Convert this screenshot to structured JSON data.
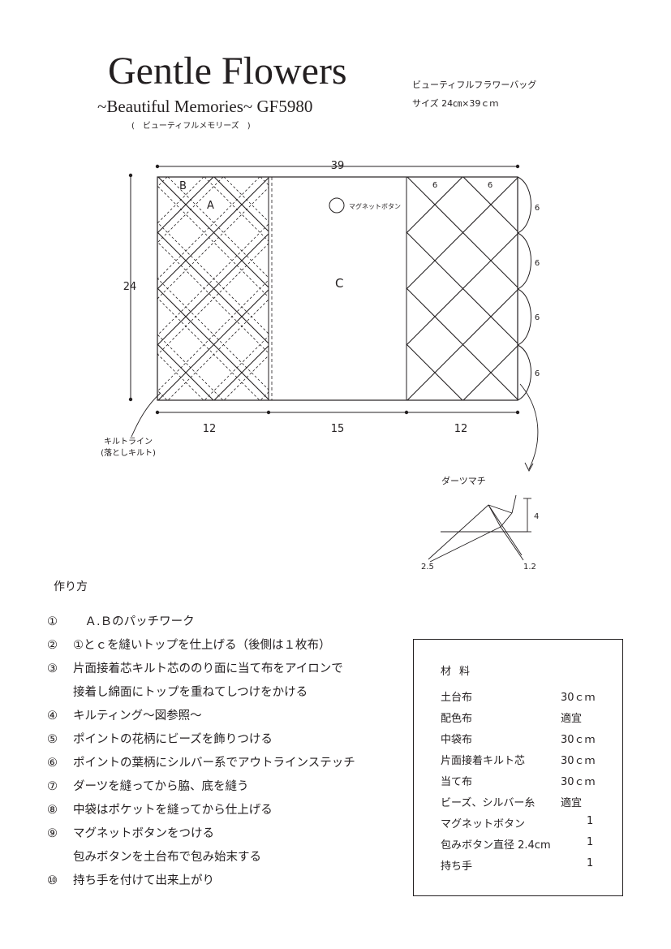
{
  "header": {
    "title": "Gentle Flowers",
    "subtitle": "~Beautiful Memories~ GF5980",
    "reading": "(　ビューティフルメモリーズ　)",
    "side_name": "ビューティフルフラワーバッグ",
    "side_size": "サイズ 24㎝×39ｃｍ"
  },
  "diagram": {
    "width_label": "39",
    "height_label": "24",
    "section_labels": {
      "a": "A",
      "b": "B",
      "c": "C"
    },
    "magnet_label": "マグネットボタン",
    "top_grid_labels": [
      "6",
      "6"
    ],
    "scallop_labels": [
      "6",
      "6",
      "6",
      "6"
    ],
    "bottom_labels": [
      "12",
      "15",
      "12"
    ],
    "quilt_note": [
      "キルトライン",
      "(落としキルト)"
    ],
    "dart": {
      "title": "ダーツマチ",
      "height": "4",
      "left": "2.5",
      "right": "1.2"
    }
  },
  "steps": {
    "heading": "作り方",
    "items": [
      {
        "num": "①",
        "text": "　Ａ.Ｂのパッチワーク"
      },
      {
        "num": "②",
        "text": "①とｃを縫いトップを仕上げる（後側は１枚布）"
      },
      {
        "num": "③",
        "text": "片面接着芯キルト芯ののり面に当て布をアイロンで"
      },
      {
        "num": "",
        "text": "接着し綿面にトップを重ねてしつけをかける"
      },
      {
        "num": "④",
        "text": "キルティング～図参照～"
      },
      {
        "num": "⑤",
        "text": "ポイントの花柄にビーズを飾りつける"
      },
      {
        "num": "⑥",
        "text": "ポイントの葉柄にシルバー系でアウトラインステッチ"
      },
      {
        "num": "⑦",
        "text": "ダーツを縫ってから脇、底を縫う"
      },
      {
        "num": "⑧",
        "text": "中袋はポケットを縫ってから仕上げる"
      },
      {
        "num": "⑨",
        "text": "マグネットボタンをつける"
      },
      {
        "num": "",
        "text": "包みボタンを土台布で包み始末する"
      },
      {
        "num": "⑩",
        "text": "持ち手を付けて出来上がり"
      }
    ]
  },
  "materials": {
    "heading": "材料",
    "items": [
      {
        "name": "土台布",
        "qty": "30ｃｍ"
      },
      {
        "name": "配色布",
        "qty": "適宜"
      },
      {
        "name": "中袋布",
        "qty": "30ｃｍ"
      },
      {
        "name": "片面接着キルト芯",
        "qty": "30ｃｍ"
      },
      {
        "name": "当て布",
        "qty": "30ｃｍ"
      },
      {
        "name": "ビーズ、シルバー糸",
        "qty": "適宜"
      },
      {
        "name": "マグネットボタン",
        "qty": "1"
      },
      {
        "name": "包みボタン直径 2.4cm",
        "qty": "1"
      },
      {
        "name": "持ち手",
        "qty": "1"
      }
    ]
  }
}
